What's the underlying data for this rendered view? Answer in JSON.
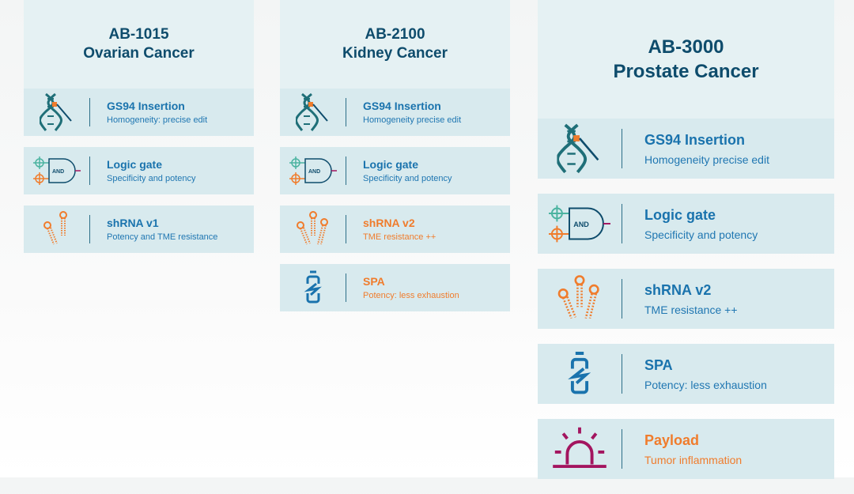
{
  "columns": [
    {
      "id": "c1",
      "code": "AB-1015",
      "indication": "Ovarian Cancer",
      "rows": [
        {
          "icon": "dna-edit",
          "title": "GS94 Insertion",
          "subtitle": "Homogeneity: precise edit",
          "accent": "blue"
        },
        {
          "icon": "logic-gate",
          "title": "Logic gate",
          "subtitle": "Specificity and potency",
          "accent": "blue"
        },
        {
          "icon": "shrna-two",
          "title": "shRNA v1",
          "subtitle": "Potency and TME resistance",
          "accent": "blue"
        }
      ]
    },
    {
      "id": "c2",
      "code": "AB-2100",
      "indication": "Kidney Cancer",
      "rows": [
        {
          "icon": "dna-edit",
          "title": "GS94 Insertion",
          "subtitle": "Homogeneity precise edit",
          "accent": "blue"
        },
        {
          "icon": "logic-gate",
          "title": "Logic gate",
          "subtitle": "Specificity and potency",
          "accent": "blue"
        },
        {
          "icon": "shrna-three",
          "title": "shRNA v2",
          "subtitle": "TME resistance ++",
          "accent": "orange"
        },
        {
          "icon": "battery-bolt",
          "title": "SPA",
          "subtitle": "Potency: less exhaustion",
          "accent": "orange"
        }
      ]
    },
    {
      "id": "c3",
      "code": "AB-3000",
      "indication": "Prostate Cancer",
      "rows": [
        {
          "icon": "dna-edit",
          "title": "GS94 Insertion",
          "subtitle": "Homogeneity precise edit",
          "accent": "blue"
        },
        {
          "icon": "logic-gate",
          "title": "Logic gate",
          "subtitle": "Specificity and potency",
          "accent": "blue"
        },
        {
          "icon": "shrna-three",
          "title": "shRNA v2",
          "subtitle": "TME resistance ++",
          "accent": "blue"
        },
        {
          "icon": "battery-bolt",
          "title": "SPA",
          "subtitle": "Potency: less exhaustion",
          "accent": "blue"
        },
        {
          "icon": "alarm-light",
          "title": "Payload",
          "subtitle": "Tumor inflammation",
          "accent": "orange"
        }
      ]
    }
  ],
  "gate_label": "AND",
  "colors": {
    "navy": "#0e4c6c",
    "blue": "#1a73ad",
    "orange": "#f07c2c",
    "teal": "#1f6f78",
    "magenta": "#a3155f"
  }
}
